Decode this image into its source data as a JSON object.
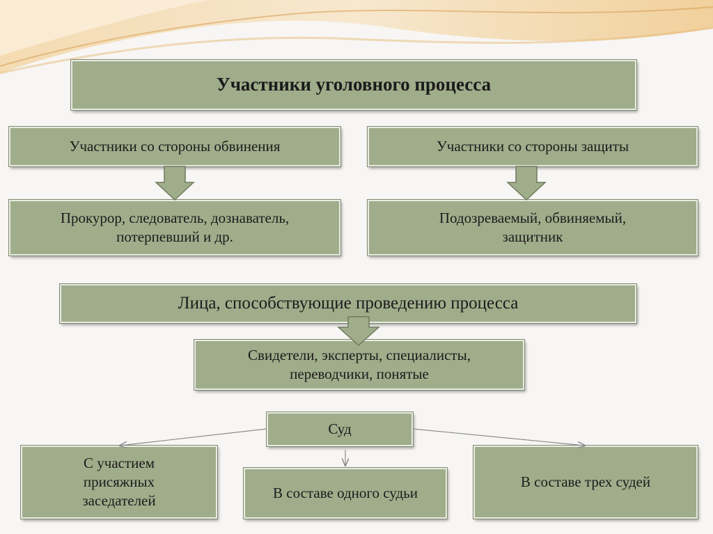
{
  "diagram": {
    "title": "Участники уголовного процесса",
    "prosecution": {
      "label": "Участники со стороны обвинения",
      "members": "Прокурор, следователь, дознаватель,\nпотерпевший и др."
    },
    "defense": {
      "label": "Участники со стороны защиты",
      "members": "Подозреваемый, обвиняемый,\nзащитник"
    },
    "assisting": {
      "label": "Лица, способствующие проведению процесса",
      "members": "Свидетели, эксперты, специалисты,\nпереводчики, понятые"
    },
    "court": {
      "label": "Суд",
      "jury": "С участием\nприсяжных\nзаседателей",
      "single_judge": "В составе одного судьи",
      "three_judges": "В составе трех судей"
    }
  },
  "colors": {
    "box_fill": "#a0ad8b",
    "box_border": "#e9ebe4",
    "arrow_fill": "#a0ad8b",
    "background": "#f7f6f4",
    "decor_wave": "#f0c98d"
  }
}
